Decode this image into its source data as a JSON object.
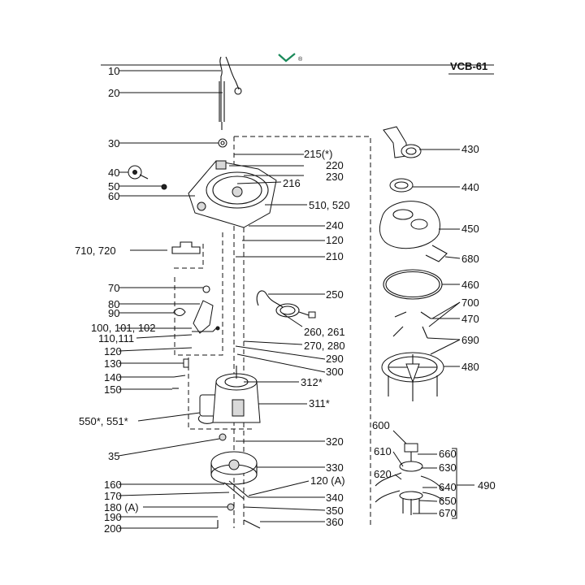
{
  "header": {
    "model": "VCB-61",
    "logo_icon": "checkmark-v-logo",
    "registered_mark": "®",
    "logo_color": "#1a8a5a"
  },
  "labels": {
    "p10": "10",
    "p20": "20",
    "p30": "30",
    "p40": "40",
    "p50": "50",
    "p60": "60",
    "p70": "70",
    "p80": "80",
    "p90": "90",
    "p100": "100, 101, 102",
    "p110": "110,111",
    "p120_left": "120",
    "p130": "130",
    "p140": "140",
    "p150": "150",
    "p550": "550*, 551*",
    "p35": "35",
    "p160": "160",
    "p170": "170",
    "p180": "180 (A)",
    "p190": "190",
    "p200": "200",
    "p710": "710, 720",
    "p215": "215(*)",
    "p220": "220",
    "p216": "216",
    "p230": "230",
    "p510": "510, 520",
    "p240": "240",
    "p120_mid": "120",
    "p210": "210",
    "p250": "250",
    "p260": "260, 261",
    "p270": "270, 280",
    "p290": "290",
    "p300": "300",
    "p312": "312*",
    "p311": "311*",
    "p320": "320",
    "p330": "330",
    "p120a": "120 (A)",
    "p340": "340",
    "p350": "350",
    "p360": "360",
    "p430": "430",
    "p440": "440",
    "p450": "450",
    "p680": "680",
    "p460": "460",
    "p700": "700",
    "p470": "470",
    "p690": "690",
    "p480": "480",
    "p600": "600",
    "p610": "610",
    "p620": "620",
    "p660": "660",
    "p630": "630",
    "p640": "640",
    "p650": "650",
    "p670": "670",
    "p490": "490"
  }
}
